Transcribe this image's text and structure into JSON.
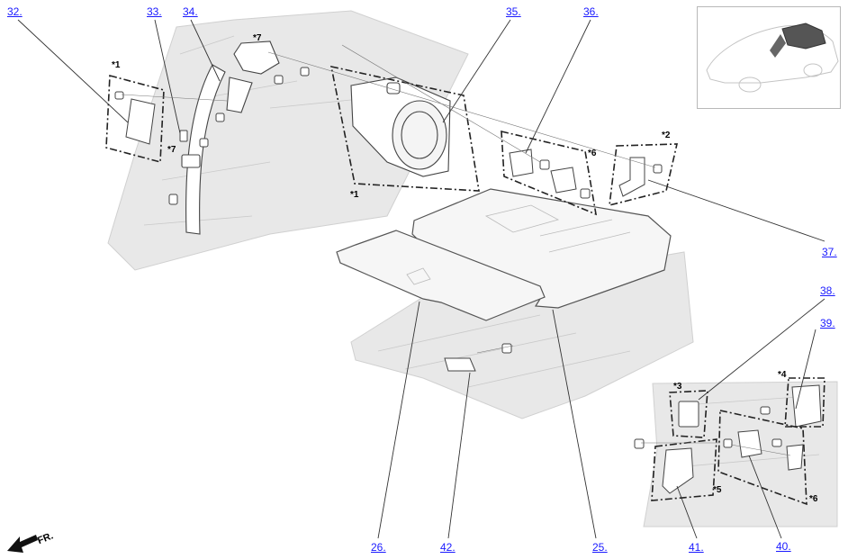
{
  "callouts": [
    {
      "id": "c32",
      "text": "32."
    },
    {
      "id": "c33",
      "text": "33."
    },
    {
      "id": "c34",
      "text": "34."
    },
    {
      "id": "c35",
      "text": "35."
    },
    {
      "id": "c36",
      "text": "36."
    },
    {
      "id": "c37",
      "text": "37."
    },
    {
      "id": "c38",
      "text": "38."
    },
    {
      "id": "c39",
      "text": "39."
    },
    {
      "id": "c26",
      "text": "26."
    },
    {
      "id": "c42",
      "text": "42."
    },
    {
      "id": "c25",
      "text": "25."
    },
    {
      "id": "c41",
      "text": "41."
    },
    {
      "id": "c40",
      "text": "40."
    }
  ],
  "notes": {
    "n1a": "*1",
    "n7a": "*7",
    "n7b": "*7",
    "n1b": "*1",
    "n6a": "*6",
    "n2": "*2",
    "n3": "*3",
    "n4": "*4",
    "n5": "*5",
    "n6b": "*6"
  },
  "front_label": "FR.",
  "colors": {
    "link": "#1a1aff",
    "panel": "#e6e6e6",
    "line": "#333333"
  }
}
